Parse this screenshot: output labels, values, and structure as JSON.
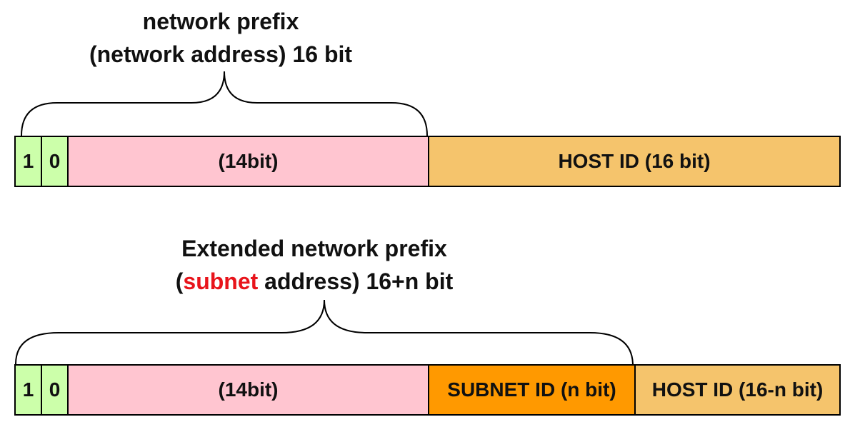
{
  "top": {
    "label_line1": "network prefix",
    "label_line2": "(network address) 16 bit",
    "cells": [
      "1",
      "0",
      "(14bit)",
      "HOST ID (16 bit)"
    ]
  },
  "bottom": {
    "label_line1": "Extended network prefix",
    "label_line2_open": "(",
    "label_line2_highlight": "subnet",
    "label_line2_rest": " address) 16+n bit",
    "cells": [
      "1",
      "0",
      "(14bit)",
      "SUBNET ID (n bit)",
      "HOST ID (16-n bit)"
    ]
  },
  "colors": {
    "bit": "#ccffaa",
    "network": "#ffc5d0",
    "host": "#f5c46c",
    "subnet": "#ff9900",
    "highlight_text": "#e8141b"
  }
}
